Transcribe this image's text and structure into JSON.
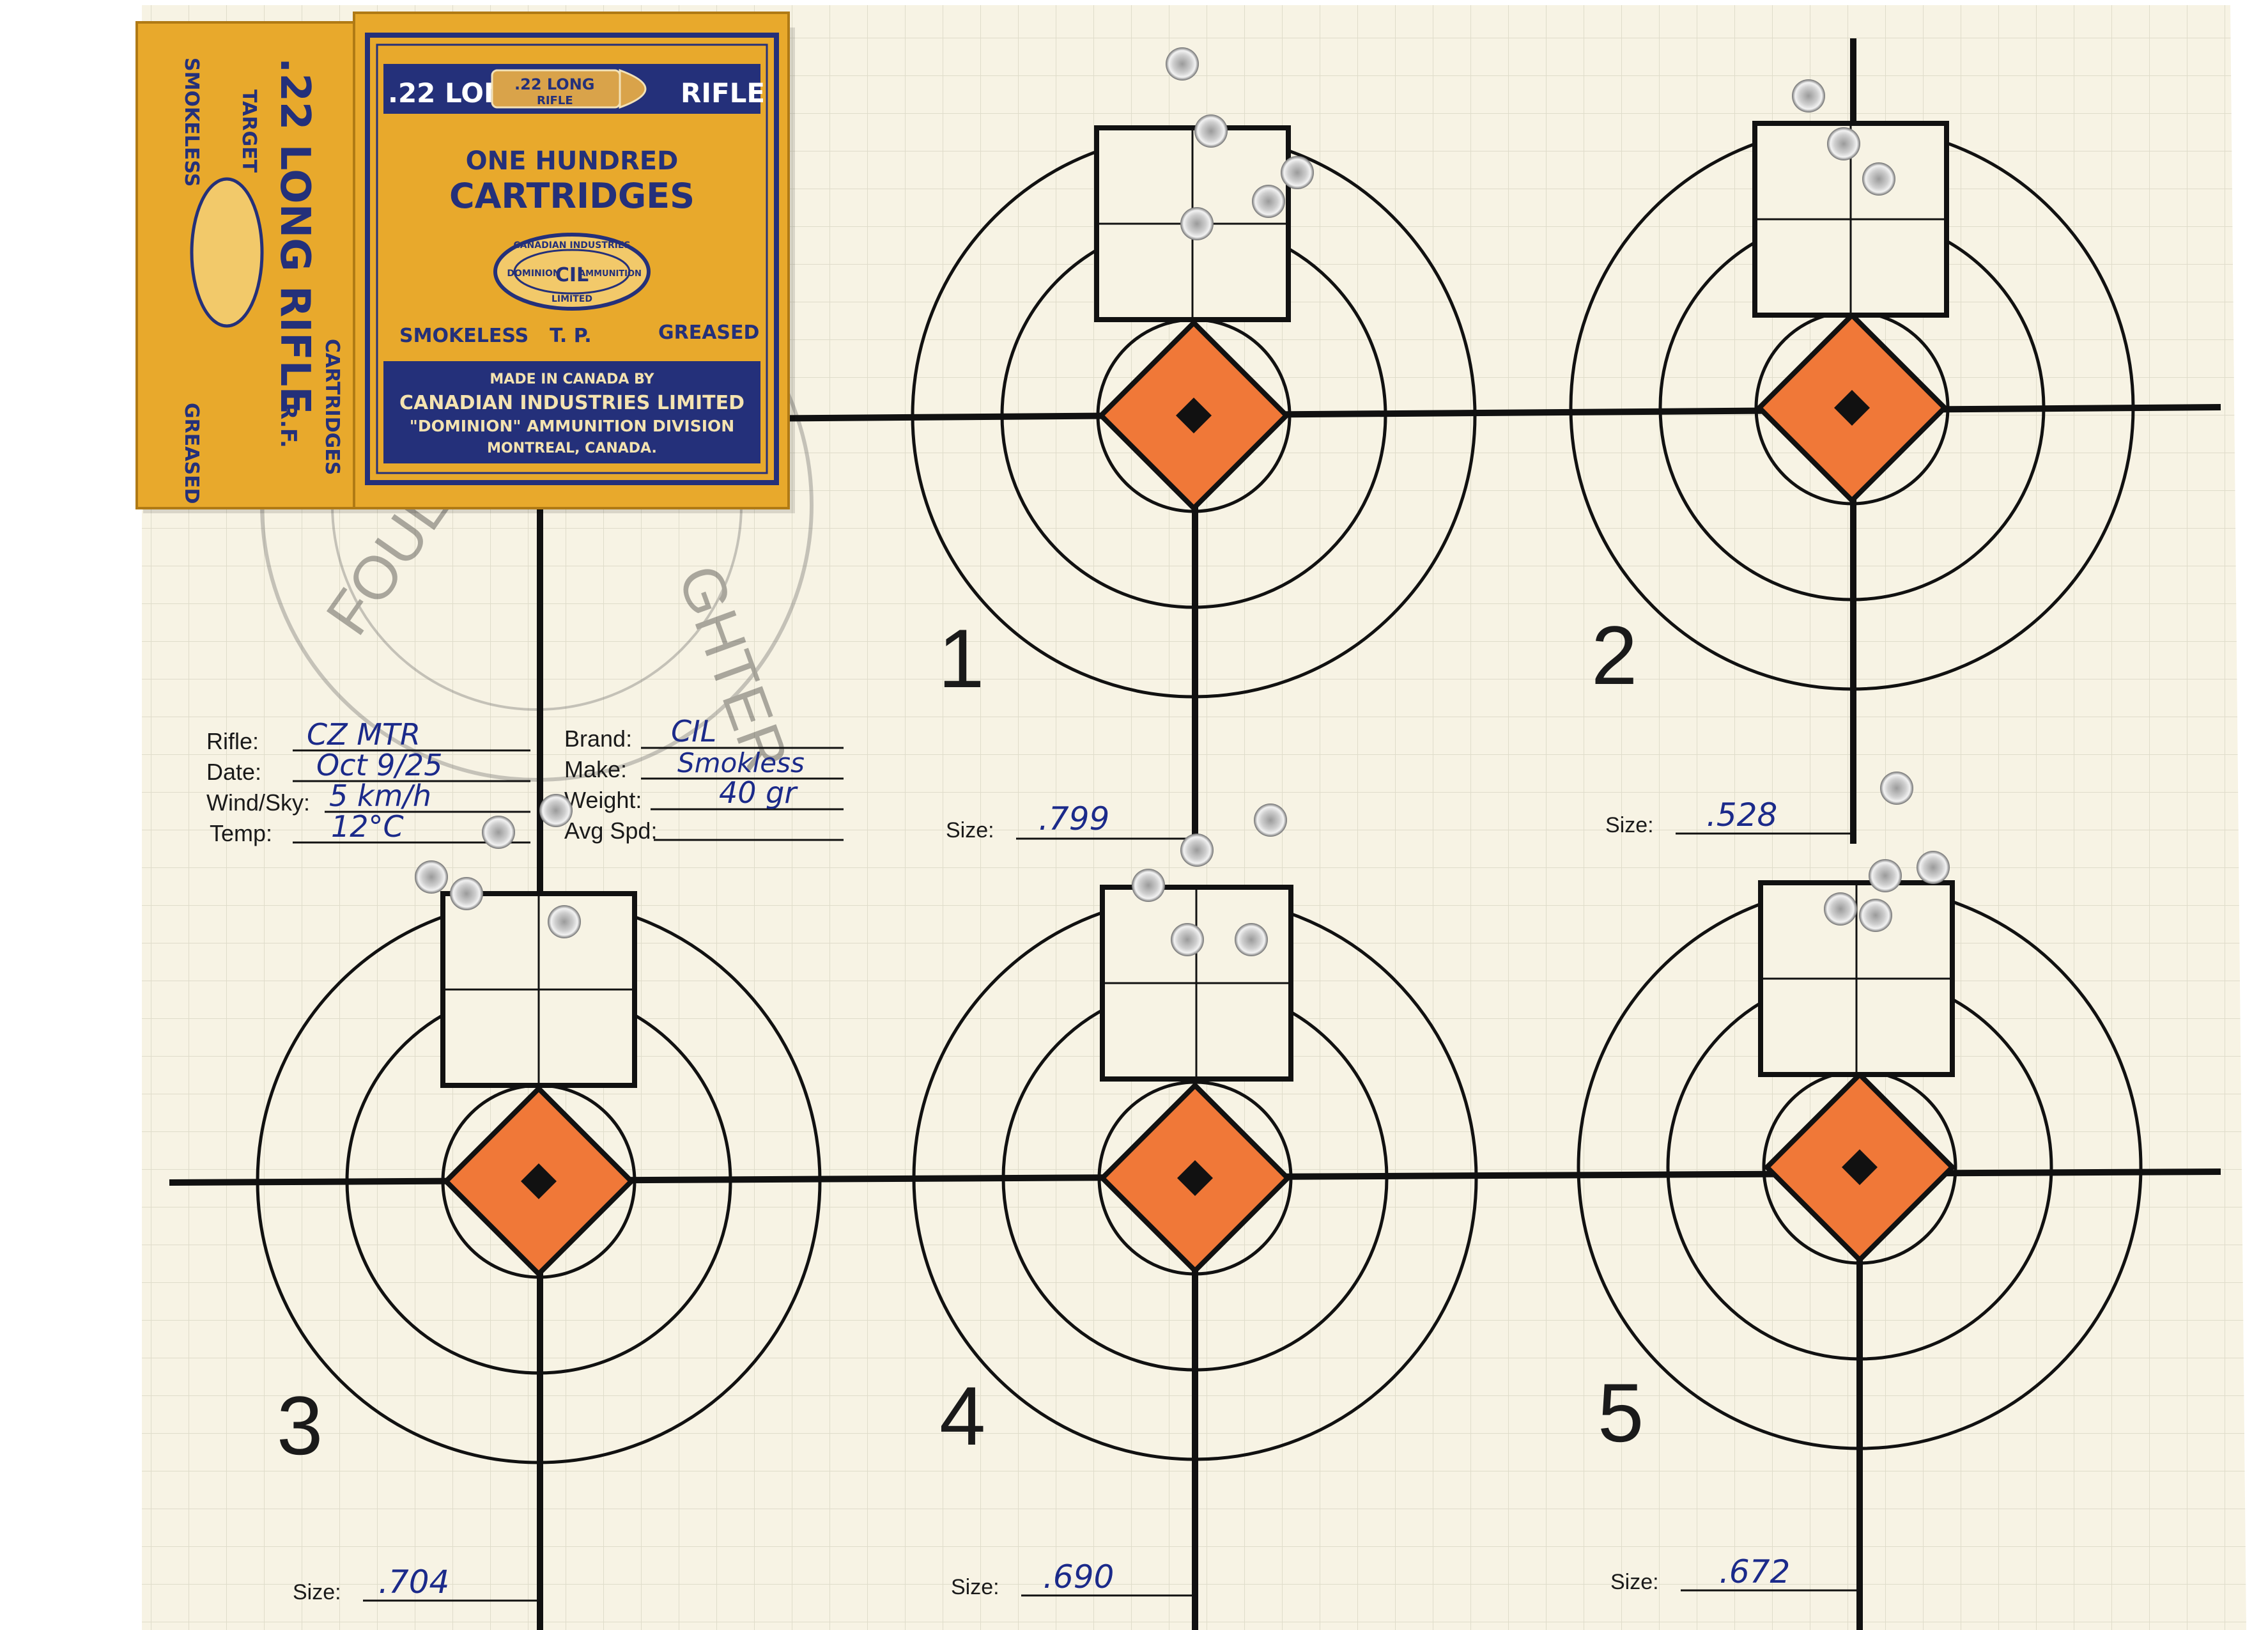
{
  "target_sheet": {
    "paper_color": "#f7f3e4",
    "grid_color": "#d9d6c4",
    "ink_color": "#1b2a8a",
    "target_orange": "#f07838",
    "targets": [
      {
        "number": "1",
        "size_label": "Size:",
        "size_value": ".799"
      },
      {
        "number": "2",
        "size_label": "Size:",
        "size_value": ".528"
      },
      {
        "number": "3",
        "size_label": "Size:",
        "size_value": ".704"
      },
      {
        "number": "4",
        "size_label": "Size:",
        "size_value": ".690"
      },
      {
        "number": "5",
        "size_label": "Size:",
        "size_value": ".672"
      }
    ],
    "info": {
      "rifle_label": "Rifle:",
      "rifle_value": "CZ MTR",
      "date_label": "Date:",
      "date_value": "Oct 9/25",
      "wind_label": "Wind/Sky:",
      "wind_value": "5 km/h",
      "temp_label": "Temp:",
      "temp_value": "12°C",
      "brand_label": "Brand:",
      "brand_value": "CIL",
      "make_label": "Make:",
      "make_value": "Smokless",
      "weight_label": "Weight:",
      "weight_value": "40 gr",
      "avgspd_label": "Avg Spd:",
      "avgspd_value": ""
    },
    "fouler_stamp_text": "FOULER"
  },
  "ammo_box": {
    "color": "#e8a92c",
    "navy": "#24307a",
    "side_panel": {
      "title": ".22 LONG RIFLE",
      "rf": "R.F.",
      "target": "TARGET",
      "smokeless": "SMOKELESS",
      "cartridges": "CARTRIDGES",
      "greased": "GREASED"
    },
    "front_panel": {
      "header_left": ".22 LONG",
      "header_right": "RIFLE",
      "bullet_text": ".22 LONG",
      "bullet_subtext": "RIFLE",
      "line1": "ONE HUNDRED",
      "line2": "CARTRIDGES",
      "logo_top": "CANADIAN INDUSTRIES",
      "logo_left": "DOMINION",
      "logo_right": "AMMUNITION",
      "logo_bottom": "LIMITED",
      "smokeless": "SMOKELESS",
      "tp": "T. P.",
      "greased": "GREASED",
      "made_in": "MADE IN CANADA BY",
      "company": "CANADIAN INDUSTRIES LIMITED",
      "division": "\"DOMINION\" AMMUNITION DIVISION",
      "city": "MONTREAL, CANADA."
    }
  }
}
